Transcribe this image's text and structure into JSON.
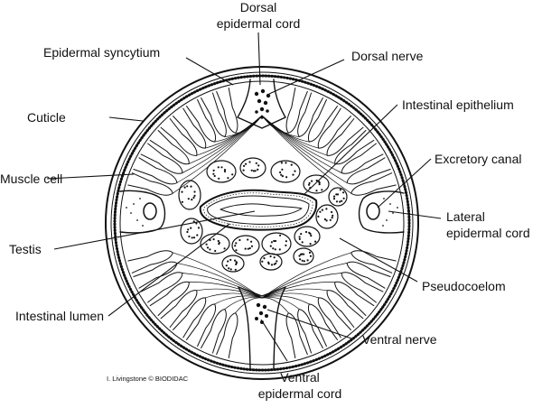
{
  "labels": {
    "dorsal_cord_line1": "Dorsal",
    "dorsal_cord_line2": "epidermal cord",
    "epidermal_syncytium": "Epidermal syncytium",
    "dorsal_nerve": "Dorsal nerve",
    "intestinal_epithelium": "Intestinal epithelium",
    "cuticle": "Cuticle",
    "excretory_canal": "Excretory canal",
    "muscle_cell": "Muscle cell",
    "lateral_cord_line1": "Lateral",
    "lateral_cord_line2": "epidermal cord",
    "testis": "Testis",
    "pseudocoelom": "Pseudocoelom",
    "intestinal_lumen": "Intestinal lumen",
    "ventral_nerve": "Ventral nerve",
    "ventral_cord_line1": "Ventral",
    "ventral_cord_line2": "epidermal cord"
  },
  "credit": "I. Livingstone © BIODIDAC",
  "colors": {
    "ink": "#111111",
    "background": "#ffffff"
  }
}
